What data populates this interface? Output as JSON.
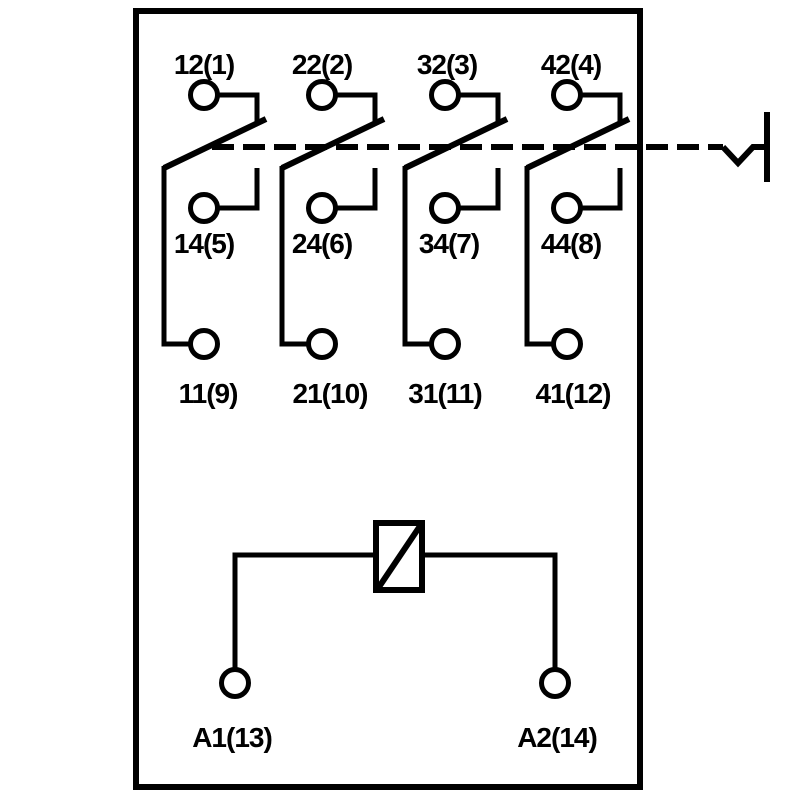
{
  "schematic": {
    "description_label": "4-pole-changeover-relay-contact-diagram",
    "poles": [
      {
        "nc_label": "12(1)",
        "no_label": "14(5)",
        "common_label": "11(9)"
      },
      {
        "nc_label": "22(2)",
        "no_label": "24(6)",
        "common_label": "21(10)"
      },
      {
        "nc_label": "32(3)",
        "no_label": "34(7)",
        "common_label": "31(11)"
      },
      {
        "nc_label": "42(4)",
        "no_label": "44(8)",
        "common_label": "41(12)"
      }
    ],
    "coil": {
      "a1_label": "A1(13)",
      "a2_label": "A2(14)"
    },
    "colors": {
      "line": "#000000",
      "background": "#ffffff"
    }
  }
}
